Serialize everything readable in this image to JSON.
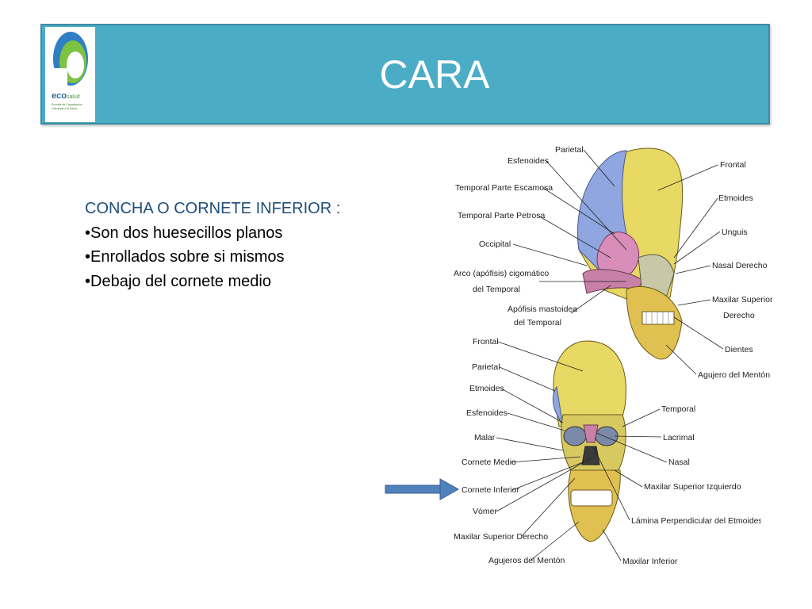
{
  "slide": {
    "title": "CARA"
  },
  "logo": {
    "brand_main": "eco",
    "brand_suffix": "salud",
    "tagline": "Escuela de Capacitación Orientada a la Salud"
  },
  "content": {
    "heading": "CONCHA O CORNETE INFERIOR :",
    "bullets": [
      "Son dos huesecillos planos",
      "Enrollados sobre si mismos",
      "Debajo del cornete medio"
    ]
  },
  "diagram_lateral": {
    "labels": {
      "parietal": "Parietal",
      "esfenoides": "Esfenoides",
      "frontal": "Frontal",
      "temporal_escamosa": "Temporal Parte Escamosa",
      "etmoides": "Etmoides",
      "temporal_petrosa": "Temporal Parte Petrosa",
      "unguis": "Unguis",
      "occipital": "Occipital",
      "nasal_derecho": "Nasal Derecho",
      "arco_1": "Arco (apófisis) cigomático",
      "arco_2": "del Temporal",
      "maxilar_sup_1": "Maxilar Superior",
      "maxilar_sup_2": "Derecho",
      "apofisis_1": "Apófisis mastoidea",
      "apofisis_2": "del Temporal",
      "dientes": "Dientes",
      "agujero_menton": "Agujero del Mentón"
    }
  },
  "diagram_frontal": {
    "labels": {
      "frontal": "Frontal",
      "parietal": "Parietal",
      "etmoides": "Etmoides",
      "esfenoides": "Esfenoides",
      "temporal": "Temporal",
      "malar": "Malar",
      "lacrimal": "Lacrimal",
      "cornete_medio": "Cornete Medio",
      "nasal": "Nasal",
      "cornete_inferior": "Cornete Inferior",
      "maxilar_sup_izq": "Maxilar Superior Izquierdo",
      "vomer": "Vómer",
      "lamina": "Lámina Perpendicular del Etmoides",
      "maxilar_sup_der": "Maxilar Superior Derecho",
      "agujeros_menton": "Agujeros del Mentón",
      "maxilar_inferior": "Maxilar Inferior"
    }
  },
  "colors": {
    "header": "#4bacc6",
    "heading_text": "#1f4e79",
    "arrow": "#4f81bd"
  }
}
